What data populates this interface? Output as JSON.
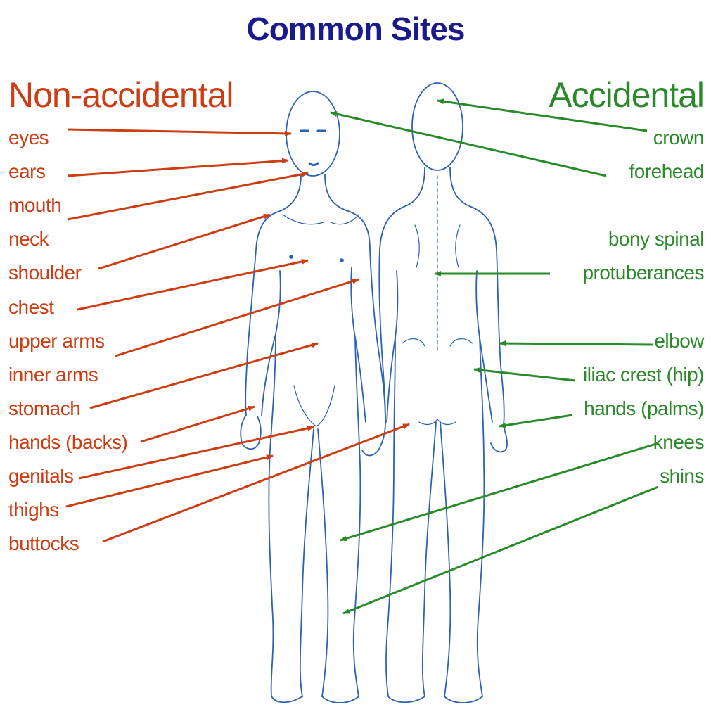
{
  "title": "Common Sites",
  "non_accidental": {
    "heading": "Non-accidental",
    "items": [
      "eyes",
      "ears",
      "mouth",
      "neck",
      "shoulder",
      "chest",
      "upper arms",
      "inner arms",
      "stomach",
      "hands (backs)",
      "genitals",
      "thighs",
      "buttocks"
    ]
  },
  "accidental": {
    "heading": "Accidental",
    "items": [
      "crown",
      "forehead",
      "bony spinal",
      "protuberances",
      "elbow",
      "iliac crest (hip)",
      "hands (palms)",
      "knees",
      "shins"
    ]
  },
  "colors": {
    "title": "#1a1a8c",
    "non_accidental": "#cc3d13",
    "accidental": "#2a8a2a",
    "body_outline": "#2a62b4"
  }
}
